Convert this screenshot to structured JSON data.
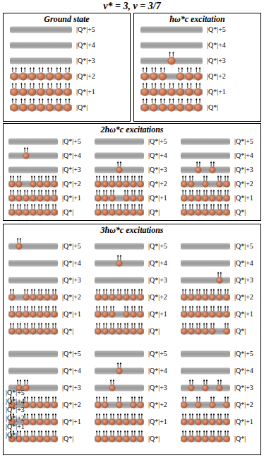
{
  "diagram": {
    "title": "ν* = 3, ν = 3/7",
    "nodes": [
      {
        "text": [
          "Ground state"
        ]
      },
      {
        "text": [
          "ħω*c excitation"
        ]
      },
      {
        "text": [
          "2ħω*c excitations"
        ]
      },
      {
        "text": [
          "3ħω*c excitations"
        ]
      }
    ],
    "labels": [
      "|Q*|+5",
      "|Q*|+4",
      "|Q*|+3",
      "|Q*|+2",
      "|Q*|+1",
      "|Q*|",
      "|Q*|+5",
      "|Q*|+4",
      "|Q*|+3",
      "|Q*|+2",
      "|Q*|+1",
      "|Q*|",
      "|Q*|+5",
      "|Q*|+4",
      "|Q*|+3",
      "|Q*|+2",
      "|Q*|+1",
      "|Q*|",
      "|Q*|+5",
      "|Q*|+4",
      "|Q*|+3",
      "|Q*|+2",
      "|Q*|+1",
      "|Q*|",
      "|Q*|+5",
      "|Q*|+4",
      "|Q*|+3",
      "|Q*|+2",
      "|Q*|+1",
      "|Q*|",
      "|Q*|+5",
      "|Q*|+4",
      "|Q*|+3",
      "|Q*|+2",
      "|Q*|+1",
      "|Q*|",
      "|Q*|+5",
      "|Q*|+4",
      "|Q*|+3",
      "|Q*|+2",
      "|Q*|+1",
      "|Q*|",
      "|Q*|+5",
      "|Q*|+4",
      "|Q*|+3",
      "|Q*|+2",
      "|Q*|+1",
      "|Q*|",
      "|Q*|+5",
      "|Q*|+4",
      "|Q*|+3",
      "|Q*|+2",
      "|Q*|+1",
      "|Q*|",
      "|Q*|+5",
      "|Q*|+4",
      "|Q*|+3",
      "|Q*|+2",
      "|Q*|+1",
      "|Q*|",
      "|Q*|+5",
      "|Q*|+4",
      "|Q*|+3",
      "|Q*|+2",
      "|Q*|+1",
      "|Q*|",
      "|Q*|+5",
      "|Q*|+4",
      "|Q*|+3",
      "|Q*|+2",
      "|Q*|+1",
      "|Q*|"
    ]
  }
}
